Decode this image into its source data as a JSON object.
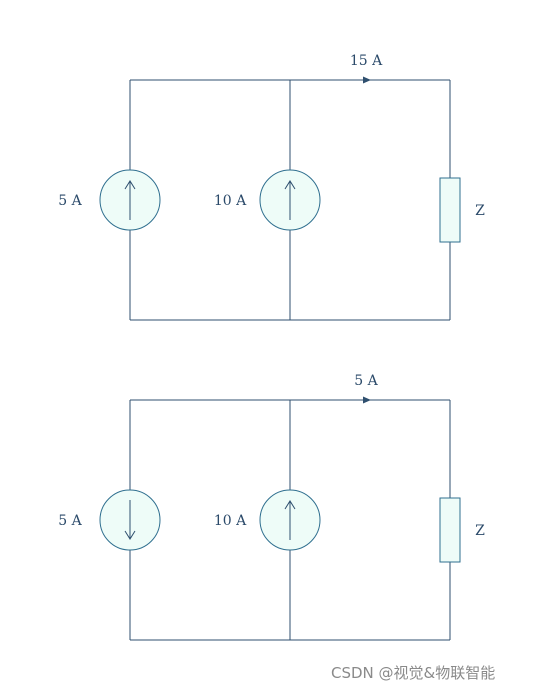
{
  "circuits": [
    {
      "source_left_label": "5 A",
      "source_left_direction": "up",
      "source_mid_label": "10 A",
      "source_mid_direction": "up",
      "top_current_label": "15 A",
      "load_label": "Z"
    },
    {
      "source_left_label": "5 A",
      "source_left_direction": "down",
      "source_mid_label": "10 A",
      "source_mid_direction": "up",
      "top_current_label": "5 A",
      "load_label": "Z"
    }
  ],
  "watermark": "CSDN @视觉&物联智能"
}
